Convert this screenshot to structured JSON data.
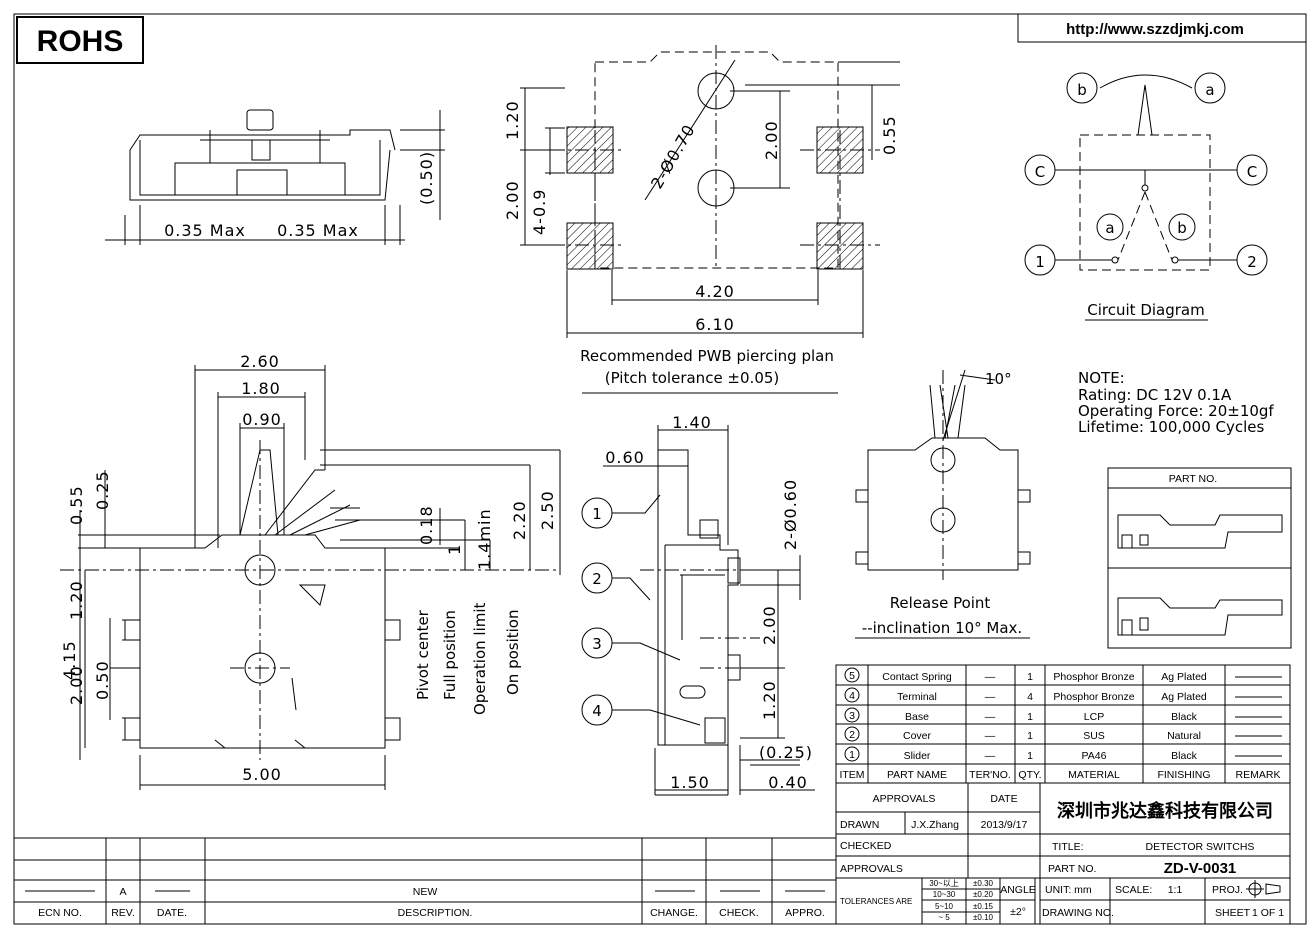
{
  "header": {
    "rohs": "ROHS",
    "url": "http://www.szzdjmkj.com"
  },
  "side_view": {
    "dims": [
      "0.35 Max",
      "0.35 Max",
      "(0.50)"
    ]
  },
  "pwb_plan": {
    "dims": [
      "1.20",
      "2.00",
      "4-0.9",
      "2-Ø0.70",
      "2.00",
      "0.55",
      "4.20",
      "6.10"
    ],
    "caption_line1": "Recommended PWB piercing plan",
    "caption_line2": "(Pitch tolerance ±0.05)"
  },
  "circuit": {
    "labels": [
      "b",
      "a",
      "C",
      "C",
      "a",
      "b",
      "1",
      "2"
    ],
    "caption": "Circuit Diagram"
  },
  "front_view": {
    "dims": [
      "2.60",
      "1.80",
      "0.90",
      "0.55",
      "0.25",
      "0.18",
      "1",
      "1.4min",
      "2.20",
      "2.50",
      "4.15",
      "1.20",
      "2.00",
      "0.50",
      "5.00"
    ],
    "vertical_labels": [
      "Pivot center",
      "Full position",
      "Operation limit",
      "On position"
    ]
  },
  "side_section": {
    "dims": [
      "1.40",
      "0.60",
      "2-Ø0.60",
      "2.00",
      "1.20",
      "(0.25)",
      "1.50",
      "0.40"
    ],
    "callouts": [
      "1",
      "2",
      "3",
      "4"
    ]
  },
  "release": {
    "angle": "10°",
    "caption_line1": "Release Point",
    "caption_line2": "--inclination 10° Max."
  },
  "note": {
    "title": "NOTE:",
    "lines": [
      "Rating: DC 12V 0.1A",
      "Operating Force: 20±10gf",
      "Lifetime:   100,000 Cycles"
    ]
  },
  "part_no_box": {
    "title": "PART NO."
  },
  "bom": {
    "headers": [
      "ITEM",
      "PART NAME",
      "TER'NO.",
      "QTY.",
      "MATERIAL",
      "FINISHING",
      "REMARK"
    ],
    "rows": [
      {
        "item": "5",
        "name": "Contact Spring",
        "ter": "—",
        "qty": "1",
        "material": "Phosphor Bronze",
        "finishing": "Ag Plated"
      },
      {
        "item": "4",
        "name": "Terminal",
        "ter": "—",
        "qty": "4",
        "material": "Phosphor Bronze",
        "finishing": "Ag Plated"
      },
      {
        "item": "3",
        "name": "Base",
        "ter": "—",
        "qty": "1",
        "material": "LCP",
        "finishing": "Black"
      },
      {
        "item": "2",
        "name": "Cover",
        "ter": "—",
        "qty": "1",
        "material": "SUS",
        "finishing": "Natural"
      },
      {
        "item": "1",
        "name": "Slider",
        "ter": "—",
        "qty": "1",
        "material": "PA46",
        "finishing": "Black"
      }
    ]
  },
  "title_block": {
    "approvals": "APPROVALS",
    "date": "DATE",
    "drawn": "DRAWN",
    "drawn_by": "J.X.Zhang",
    "drawn_date": "2013/9/17",
    "checked": "CHECKED",
    "approvals2": "APPROVALS",
    "company": "深圳市兆达鑫科技有限公司",
    "title_label": "TITLE:",
    "title": "DETECTOR SWITCHS",
    "part_no_label": "PART NO.",
    "part_no": "ZD-V-0031",
    "tolerances_label": "TOLERANCES ARE",
    "tol_ranges": [
      "30~以上",
      "10~30",
      "5~10",
      "~ 5"
    ],
    "tol_values": [
      "±0.30",
      "±0.20",
      "±0.15",
      "±0.10"
    ],
    "angle_label": "ANGLE",
    "angle_value": "±2°",
    "unit": "UNIT:  mm",
    "scale_label": "SCALE:",
    "scale": "1:1",
    "proj": "PROJ.",
    "drawing_no": "DRAWING NO.",
    "sheet_label": "SHEET",
    "sheet": "1  OF  1"
  },
  "revision": {
    "rev": "A",
    "description": "NEW",
    "headers": [
      "ECN NO.",
      "REV.",
      "DATE.",
      "DESCRIPTION.",
      "CHANGE.",
      "CHECK.",
      "APPRO."
    ]
  }
}
